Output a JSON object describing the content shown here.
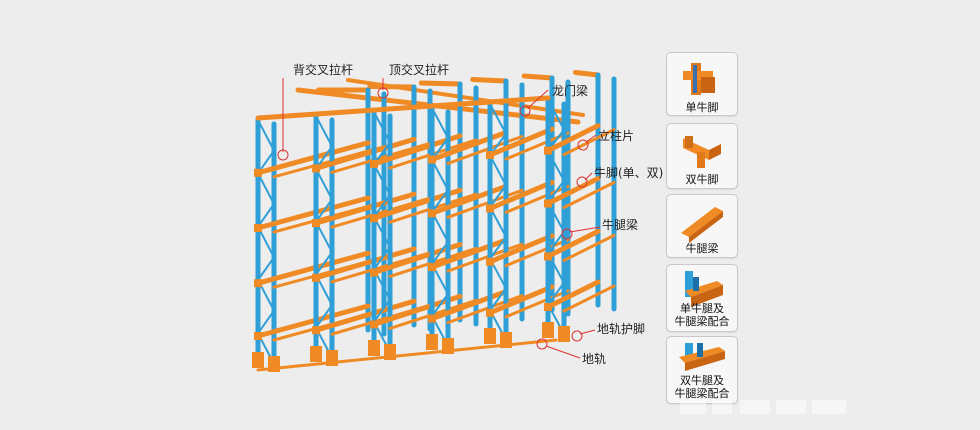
{
  "labels": {
    "back_brace": "背交叉拉杆",
    "top_brace": "顶交叉拉杆",
    "gantry_beam": "龙门梁",
    "upright_frame": "立柱片",
    "corbel": "牛脚(单、双)",
    "corbel_beam": "牛腿梁",
    "rail_guard": "地轨护脚",
    "ground_rail": "地轨"
  },
  "parts": [
    {
      "caption": "单牛脚"
    },
    {
      "caption": "双牛脚"
    },
    {
      "caption": "牛腿梁"
    },
    {
      "caption": "单牛腿及\n牛腿梁配合"
    },
    {
      "caption": "双牛腿及\n牛腿梁配合"
    }
  ],
  "colors": {
    "frame_blue": "#2f9fd8",
    "beam_orange": "#f08a24",
    "leader_red": "#dd3333",
    "background": "#ededed"
  }
}
